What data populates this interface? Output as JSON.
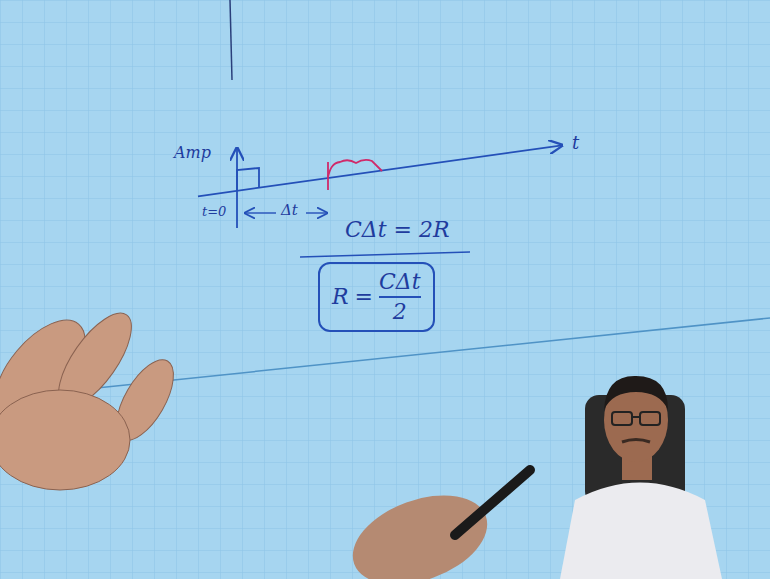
{
  "diagram": {
    "nodes": [
      {
        "text": [
          "R",
          "=",
          "CΔt",
          "2"
        ]
      }
    ],
    "labels": [
      "Amp",
      "t=0",
      "Δt",
      "t",
      "CΔt = 2R"
    ]
  }
}
